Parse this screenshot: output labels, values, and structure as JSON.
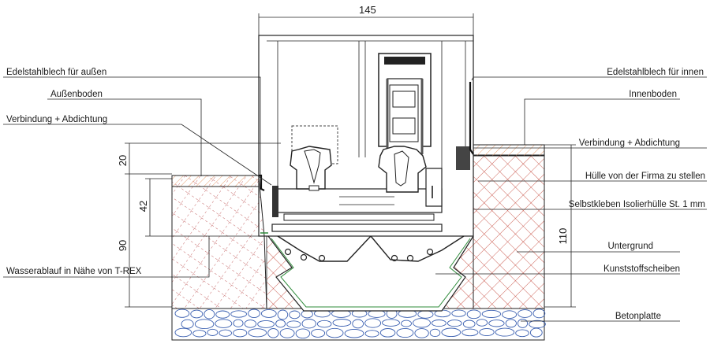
{
  "labels_left": [
    "Edelstahlblech für außen",
    "Außenboden",
    "Verbindung + Abdichtung",
    "Wasserablauf in Nähe von T-REX"
  ],
  "labels_right": [
    "Edelstahlblech für innen",
    "Innenboden",
    "Verbindung + Abdichtung",
    "Hülle von der Firma zu stellen",
    "Selbstkleben Isolierhülle St. 1 mm",
    "Untergrund",
    "Kunststoffscheiben",
    "Betonplatte"
  ],
  "dimensions": {
    "top_width": "145",
    "left_20": "20",
    "left_42": "42",
    "left_90": "90",
    "right_110": "110"
  },
  "colors": {
    "outer_floor_hatch": "#e8a070",
    "inner_crosshatch": "#c0392b",
    "outer_dashed_hatch": "#b03030",
    "beton_stone": "#3a5fb0",
    "seal_green": "#2e8b3a",
    "line": "#222222"
  }
}
